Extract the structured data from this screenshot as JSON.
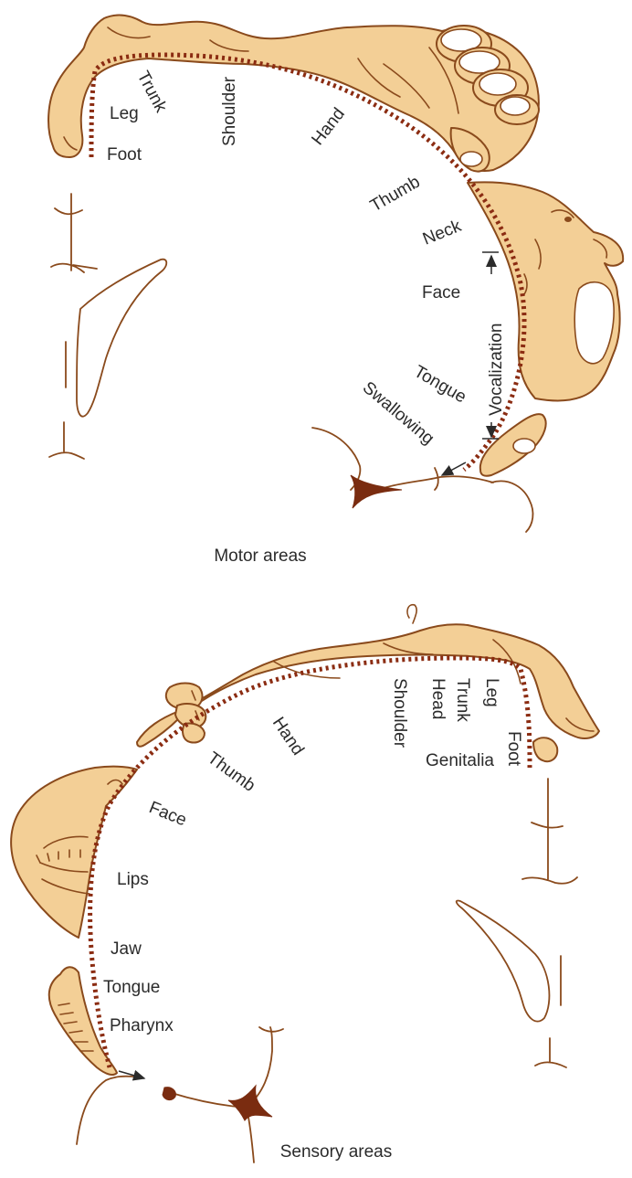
{
  "motor": {
    "caption": "Motor areas",
    "labels": {
      "trunk": "Trunk",
      "leg": "Leg",
      "foot": "Foot",
      "shoulder": "Shoulder",
      "hand": "Hand",
      "thumb": "Thumb",
      "neck": "Neck",
      "face": "Face",
      "vocalization": "Vocalization",
      "tongue": "Tongue",
      "swallowing": "Swallowing"
    }
  },
  "sensory": {
    "caption": "Sensory areas",
    "labels": {
      "leg": "Leg",
      "trunk": "Trunk",
      "head": "Head",
      "shoulder": "Shoulder",
      "foot": "Foot",
      "genitalia": "Genitalia",
      "hand": "Hand",
      "thumb": "Thumb",
      "face": "Face",
      "lips": "Lips",
      "jaw": "Jaw",
      "tongue": "Tongue",
      "pharynx": "Pharynx"
    }
  },
  "colors": {
    "skin": "#f3cf96",
    "outline": "#8a4a1c",
    "dotted_band": "#8b2c12",
    "text": "#2b2b2b"
  }
}
